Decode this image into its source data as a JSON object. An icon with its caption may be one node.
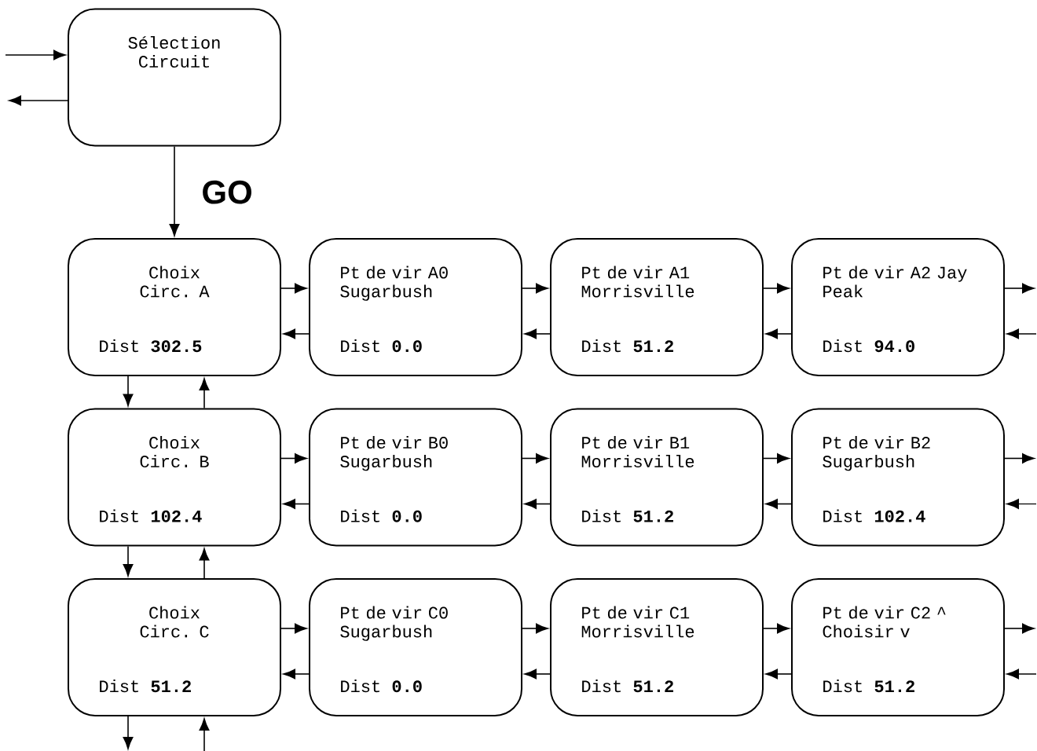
{
  "diagram": {
    "nodes": [
      {
        "text": [
          "Sélection Circuit"
        ]
      },
      {
        "text": [
          "Choix Circ. A",
          "Dist **302.5**"
        ]
      },
      {
        "text": [
          "Pt de vir A0 Sugarbush",
          "Dist **0.0**"
        ]
      },
      {
        "text": [
          "Pt de vir A1 Morrisville",
          "Dist **51.2**"
        ]
      },
      {
        "text": [
          "Pt de vir A2 Jay Peak",
          "Dist **94.0**"
        ]
      },
      {
        "text": [
          "Choix Circ. B",
          "Dist **102.4**"
        ]
      },
      {
        "text": [
          "Pt de vir B0 Sugarbush",
          "Dist **0.0**"
        ]
      },
      {
        "text": [
          "Pt de vir B1 Morrisville",
          "Dist **51.2**"
        ]
      },
      {
        "text": [
          "Pt de vir B2 Sugarbush",
          "Dist **102.4**"
        ]
      },
      {
        "text": [
          "Choix Circ. C",
          "Dist **51.2**"
        ]
      },
      {
        "text": [
          "Pt de vir C0 Sugarbush",
          "Dist **0.0**"
        ]
      },
      {
        "text": [
          "Pt de vir C1 Morrisville",
          "Dist **51.2**"
        ]
      },
      {
        "text": [
          "Pt de vir C2 ^ Choisir v",
          "Dist **51.2**"
        ]
      }
    ],
    "edges": [
      {
        "from": null,
        "to": 0,
        "arrow": "to"
      },
      {
        "from": 0,
        "to": null,
        "arrow": "to"
      },
      {
        "from": 0,
        "to": 1,
        "arrow": "to",
        "label": "GO"
      },
      {
        "from": 1,
        "to": 2,
        "arrow": "to"
      },
      {
        "from": 2,
        "to": 1,
        "arrow": "to"
      },
      {
        "from": 2,
        "to": 3,
        "arrow": "to"
      },
      {
        "from": 3,
        "to": 2,
        "arrow": "to"
      },
      {
        "from": 3,
        "to": 4,
        "arrow": "to"
      },
      {
        "from": 4,
        "to": 3,
        "arrow": "to"
      },
      {
        "from": 4,
        "to": null,
        "arrow": "to"
      },
      {
        "from": null,
        "to": 4,
        "arrow": "to"
      },
      {
        "from": 1,
        "to": 5,
        "arrow": "to"
      },
      {
        "from": 5,
        "to": 1,
        "arrow": "to"
      },
      {
        "from": 5,
        "to": 6,
        "arrow": "to"
      },
      {
        "from": 6,
        "to": 5,
        "arrow": "to"
      },
      {
        "from": 6,
        "to": 7,
        "arrow": "to"
      },
      {
        "from": 7,
        "to": 6,
        "arrow": "to"
      },
      {
        "from": 7,
        "to": 8,
        "arrow": "to"
      },
      {
        "from": 8,
        "to": 7,
        "arrow": "to"
      },
      {
        "from": 8,
        "to": null,
        "arrow": "to"
      },
      {
        "from": null,
        "to": 8,
        "arrow": "to"
      },
      {
        "from": 5,
        "to": 9,
        "arrow": "to"
      },
      {
        "from": 9,
        "to": 5,
        "arrow": "to"
      },
      {
        "from": 9,
        "to": 10,
        "arrow": "to"
      },
      {
        "from": 10,
        "to": 9,
        "arrow": "to"
      },
      {
        "from": 10,
        "to": 11,
        "arrow": "to"
      },
      {
        "from": 11,
        "to": 10,
        "arrow": "to"
      },
      {
        "from": 11,
        "to": 12,
        "arrow": "to"
      },
      {
        "from": 12,
        "to": 11,
        "arrow": "to"
      },
      {
        "from": 12,
        "to": null,
        "arrow": "to"
      },
      {
        "from": null,
        "to": 12,
        "arrow": "to"
      },
      {
        "from": 9,
        "to": null,
        "arrow": "to"
      },
      {
        "from": null,
        "to": 9,
        "arrow": "to"
      }
    ]
  }
}
